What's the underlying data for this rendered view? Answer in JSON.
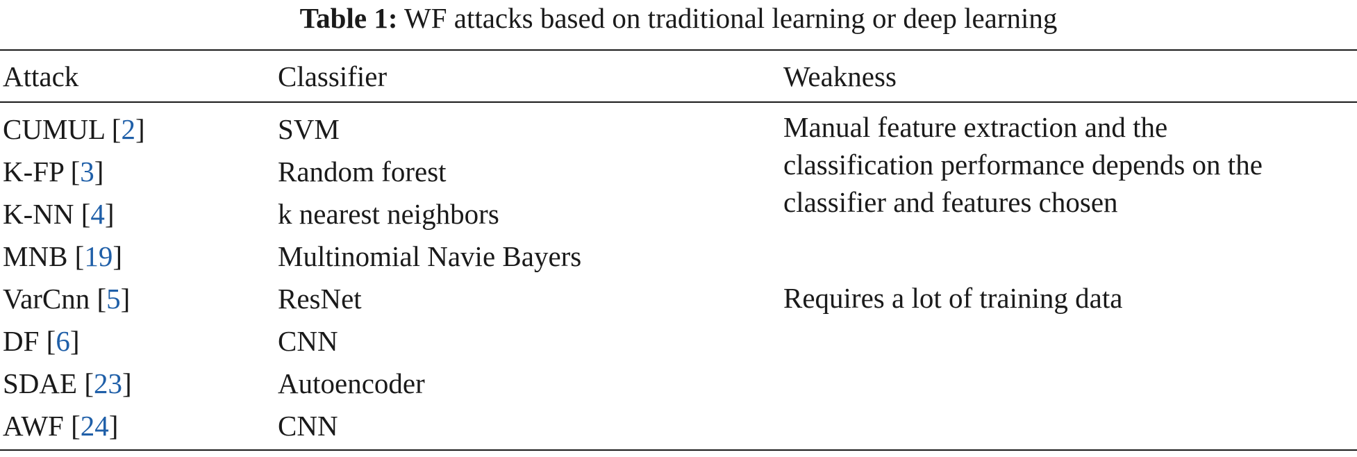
{
  "caption": {
    "label": "Table 1:",
    "text": "WF attacks based on traditional learning or deep learning"
  },
  "headers": {
    "attack": "Attack",
    "classifier": "Classifier",
    "weakness": "Weakness"
  },
  "rows": [
    {
      "attack": "CUMUL",
      "ref": "2",
      "classifier": "SVM"
    },
    {
      "attack": "K-FP",
      "ref": "3",
      "classifier": "Random forest"
    },
    {
      "attack": "K-NN",
      "ref": "4",
      "classifier": "k nearest neighbors"
    },
    {
      "attack": "MNB",
      "ref": "19",
      "classifier": "Multinomial Navie Bayers"
    },
    {
      "attack": "VarCnn",
      "ref": "5",
      "classifier": "ResNet"
    },
    {
      "attack": "DF",
      "ref": "6",
      "classifier": "CNN"
    },
    {
      "attack": "SDAE",
      "ref": "23",
      "classifier": "Autoencoder"
    },
    {
      "attack": "AWF",
      "ref": "24",
      "classifier": "CNN"
    }
  ],
  "weaknesses": {
    "traditional": [
      "Manual feature extraction and the",
      "classification performance depends on the",
      "classifier and features chosen"
    ],
    "deep": "Requires a lot of training data"
  },
  "colors": {
    "link": "#1f5fa8",
    "text": "#1a1a1a"
  }
}
